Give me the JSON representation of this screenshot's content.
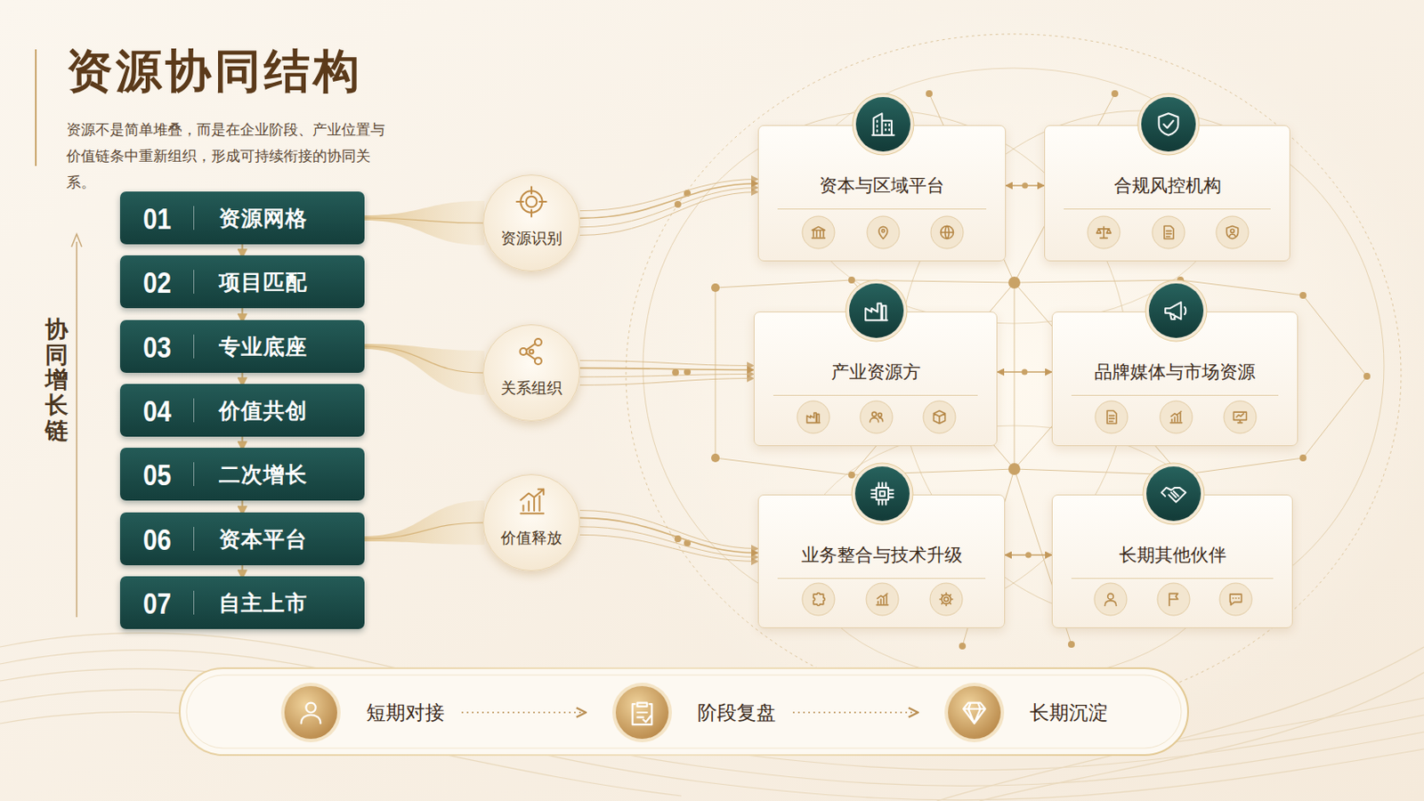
{
  "diagram": {
    "title": "资源协同结构",
    "caption": "资源不是简单堆叠，而是在企业阶段、产业位置与价值链条中重新组织，形成可持续衔接的协同关系。",
    "nodes": [
      {
        "text": [
          "01",
          "资源网格"
        ]
      },
      {
        "text": [
          "02",
          "项目匹配"
        ]
      },
      {
        "text": [
          "03",
          "专业底座"
        ]
      },
      {
        "text": [
          "04",
          "价值共创"
        ]
      },
      {
        "text": [
          "05",
          "二次增长"
        ]
      },
      {
        "text": [
          "06",
          "资本平台"
        ]
      },
      {
        "text": [
          "07",
          "自主上市"
        ]
      },
      {
        "text": [
          "资源识别"
        ]
      },
      {
        "text": [
          "关系组织"
        ]
      },
      {
        "text": [
          "价值释放"
        ]
      },
      {
        "text": [
          "资本与区域平台"
        ]
      },
      {
        "text": [
          "合规风控机构"
        ]
      },
      {
        "text": [
          "产业资源方"
        ]
      },
      {
        "text": [
          "品牌媒体与市场资源"
        ]
      },
      {
        "text": [
          "业务整合与技术升级"
        ]
      },
      {
        "text": [
          "长期其他伙伴"
        ]
      },
      {
        "text": [
          "短期对接"
        ]
      },
      {
        "text": [
          "阶段复盘"
        ]
      },
      {
        "text": [
          "长期沉淀"
        ]
      }
    ],
    "edges": [
      {
        "from": 0,
        "to": 1,
        "arrow": "to"
      },
      {
        "from": 1,
        "to": 2,
        "arrow": "to"
      },
      {
        "from": 2,
        "to": 3,
        "arrow": "to"
      },
      {
        "from": 3,
        "to": 4,
        "arrow": "to"
      },
      {
        "from": 4,
        "to": 5,
        "arrow": "to"
      },
      {
        "from": 5,
        "to": 6,
        "arrow": "to"
      },
      {
        "from": 0,
        "to": 7,
        "arrow": "none"
      },
      {
        "from": 2,
        "to": 8,
        "arrow": "none"
      },
      {
        "from": 5,
        "to": 9,
        "arrow": "none"
      },
      {
        "from": 7,
        "to": 10,
        "arrow": "to"
      },
      {
        "from": 8,
        "to": 12,
        "arrow": "to"
      },
      {
        "from": 9,
        "to": 14,
        "arrow": "to"
      },
      {
        "from": 10,
        "to": 11,
        "arrow": "both"
      },
      {
        "from": 12,
        "to": 13,
        "arrow": "both"
      },
      {
        "from": 14,
        "to": 15,
        "arrow": "both"
      },
      {
        "from": 16,
        "to": 17,
        "arrow": "to"
      },
      {
        "from": 17,
        "to": 18,
        "arrow": "to"
      }
    ],
    "labels": [
      "协同增长链"
    ]
  }
}
